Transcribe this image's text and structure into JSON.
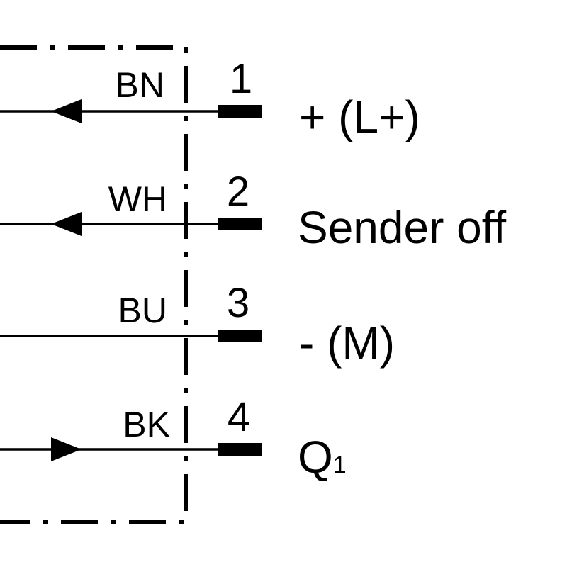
{
  "colors": {
    "ink": "#000000",
    "background": "#ffffff"
  },
  "wires": [
    {
      "pin": "1",
      "color_code": "BN",
      "signal": "+ (L+)",
      "arrow_direction": "in"
    },
    {
      "pin": "2",
      "color_code": "WH",
      "signal": "Sender off",
      "arrow_direction": "in"
    },
    {
      "pin": "3",
      "color_code": "BU",
      "signal": "- (M)",
      "arrow_direction": "none"
    },
    {
      "pin": "4",
      "color_code": "BK",
      "signal": "Q",
      "signal_subscript": "1",
      "arrow_direction": "out"
    }
  ]
}
